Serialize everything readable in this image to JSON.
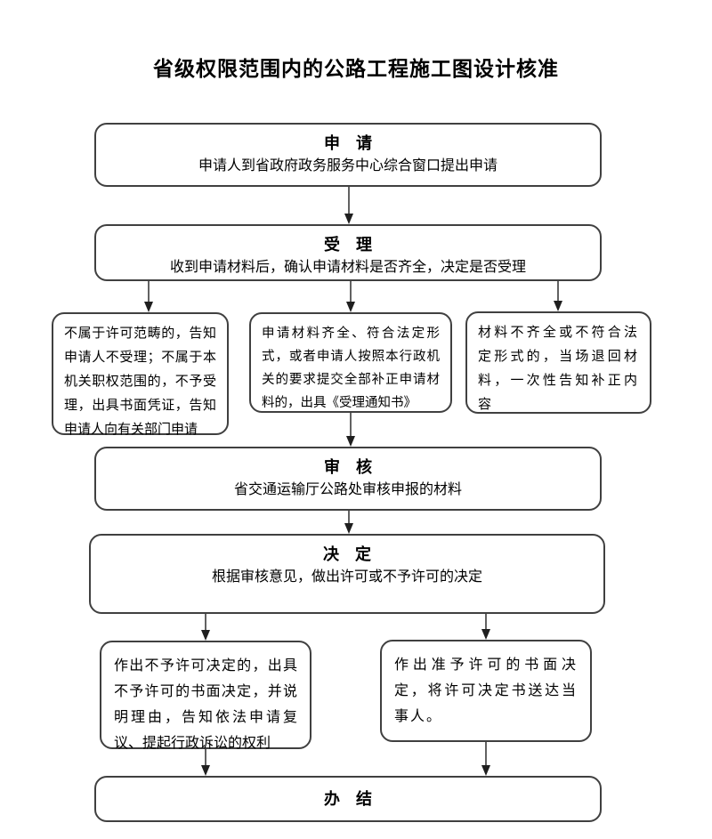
{
  "title": "省级权限范围内的公路工程施工图设计核准",
  "nodes": {
    "apply": {
      "heading": "申　请",
      "body": "申请人到省政府政务服务中心综合窗口提出申请"
    },
    "accept": {
      "heading": "受　理",
      "body": "收到申请材料后，确认申请材料是否齐全，决定是否受理"
    },
    "branch_left": {
      "body": "不属于许可范畴的，告知申请人不受理；不属于本机关职权范围的，不予受理，出具书面凭证，告知申请人向有关部门申请"
    },
    "branch_mid": {
      "body": "申请材料齐全、符合法定形式，或者申请人按照本行政机关的要求提交全部补正申请材料的，出具《受理通知书》"
    },
    "branch_right": {
      "body": "材料不齐全或不符合法定形式的，当场退回材料，一次性告知补正内容"
    },
    "review": {
      "heading": "审　核",
      "body": "省交通运输厅公路处审核申报的材料"
    },
    "decide": {
      "heading": "决　定",
      "body": "根据审核意见，做出许可或不予许可的决定"
    },
    "deny": {
      "body": "作出不予许可决定的，出具不予许可的书面决定，并说明理由，告知依法申请复议、提起行政诉讼的权利"
    },
    "grant": {
      "body": "作出准予许可的书面决定，将许可决定书送达当事人。"
    },
    "complete": {
      "heading": "办　结"
    }
  },
  "colors": {
    "background": "#ffffff",
    "border": "#404040",
    "text": "#000000",
    "arrow": "#1f1f1f"
  }
}
